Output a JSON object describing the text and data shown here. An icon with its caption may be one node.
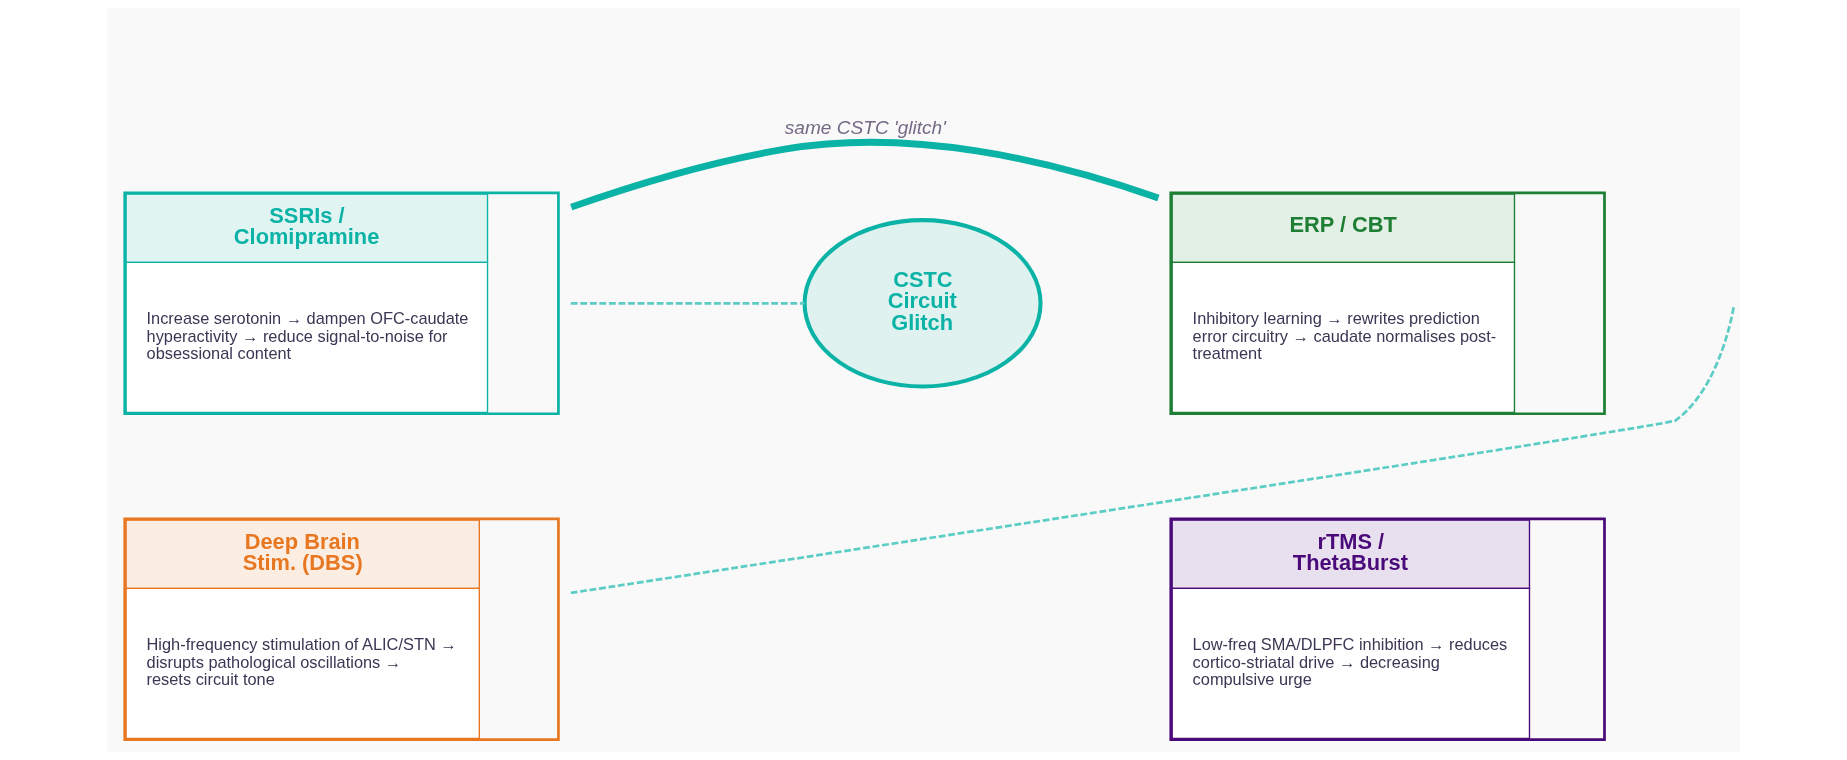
{
  "diagram": {
    "nodes": [
      {
        "text": [
          "SSRIs / Clomipramine",
          "Increase serotonin → dampen OFC-caudate hyperactivity → reduce signal-to-noise for obsessional content"
        ]
      },
      {
        "text": [
          "ERP / CBT",
          "Inhibitory learning → rewrites prediction error circuitry → caudate normalises post-treatment"
        ]
      },
      {
        "text": [
          "CSTC Circuit Glitch"
        ]
      },
      {
        "text": [
          "Deep Brain Stim. (DBS)",
          "High-frequency stimulation of ALIC/STN → disrupts pathological oscillations → resets circuit tone"
        ]
      },
      {
        "text": [
          "rTMS / ThetaBurst",
          "Low-freq SMA/DLPFC inhibition → reduces cortico-striatal drive → decreasing compulsive urge"
        ]
      }
    ],
    "edges": [
      {
        "from": 0,
        "to": 1,
        "arrow": "none",
        "style": "thick",
        "label": "same CSTC 'glitch'"
      },
      {
        "from": 0,
        "to": 2,
        "arrow": "none",
        "style": "dashed",
        "color": "#5ccdc4"
      },
      {
        "from": 3,
        "to": null,
        "arrow": "none",
        "style": "dashed",
        "color": "#5ccdc4"
      }
    ]
  }
}
